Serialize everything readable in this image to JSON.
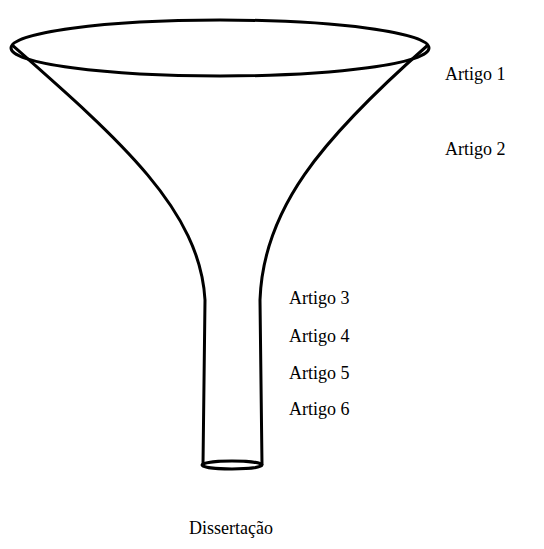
{
  "diagram": {
    "labels": [
      "Artigo 1",
      "Artigo 2",
      "Artigo 3",
      "Artigo 4",
      "Artigo 5",
      "Artigo 6",
      "Dissertação"
    ]
  }
}
